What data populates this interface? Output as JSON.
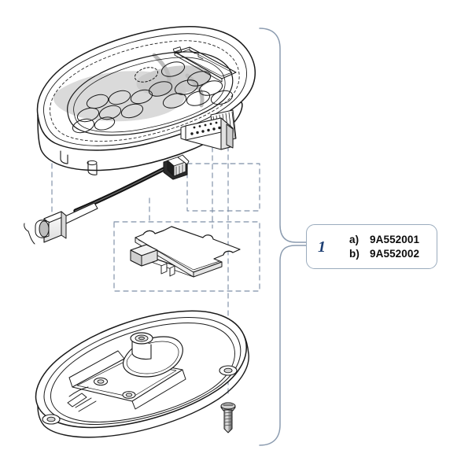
{
  "figure": {
    "type": "exploded-parts-diagram",
    "background_color": "#ffffff",
    "line_color": "#1a1a1a",
    "guide_color": "#7e8fa6",
    "brace_color": "#8c9cb0",
    "callout_border_color": "#9aabbd",
    "callout_index_color": "#1b3d72",
    "shading_color": "#bfbfbf"
  },
  "callout": {
    "index": "1",
    "rows": [
      {
        "key": "a)",
        "value": "9A552001"
      },
      {
        "key": "b)",
        "value": "9A552002"
      }
    ]
  },
  "parts": [
    {
      "id": "top-cover",
      "label": "control panel top cover with keypad buttons"
    },
    {
      "id": "ribbon-connector",
      "label": "ribbon cable connector header"
    },
    {
      "id": "cable-harness",
      "label": "cable harness with plug connector"
    },
    {
      "id": "cable-grommet",
      "label": "cable grommet bushing"
    },
    {
      "id": "circuit-board",
      "label": "printed circuit board"
    },
    {
      "id": "bottom-housing",
      "label": "bottom housing base"
    },
    {
      "id": "screw",
      "label": "mounting screw"
    }
  ],
  "guides": {
    "style": "dashed",
    "description": "vertical and box alignment guide lines between exploded parts"
  }
}
